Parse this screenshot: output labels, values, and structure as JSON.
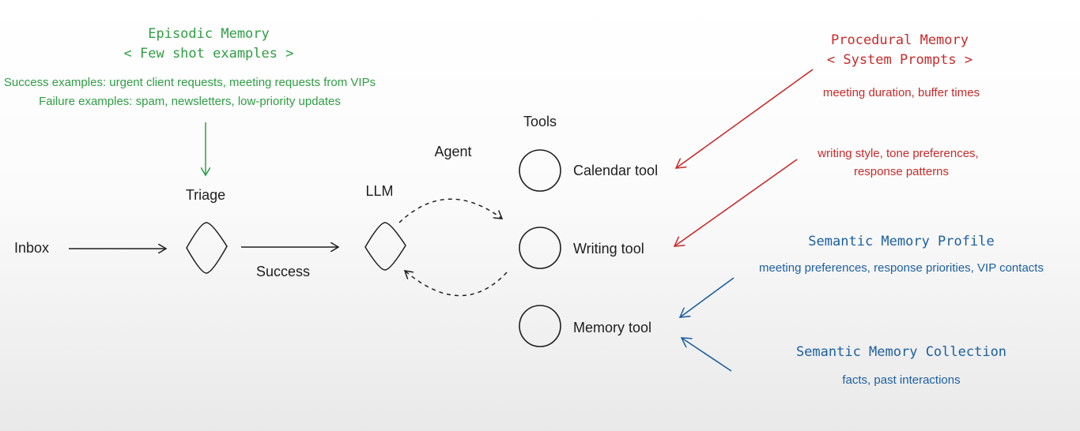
{
  "colors": {
    "episodic": "#2f9e44",
    "procedural": "#c92a2a",
    "semantic": "#1c5f9e",
    "stroke": "#1e1e1e"
  },
  "episodic": {
    "title": "Episodic Memory",
    "subtitle": "< Few shot examples >",
    "success": "Success examples: urgent client requests, meeting requests from VIPs",
    "failure": "Failure examples: spam, newsletters, low-priority updates"
  },
  "flow": {
    "inbox": "Inbox",
    "triage": "Triage",
    "success": "Success",
    "llm": "LLM",
    "agent": "Agent",
    "tools_title": "Tools",
    "tools": [
      {
        "label": "Calendar tool"
      },
      {
        "label": "Writing tool"
      },
      {
        "label": "Memory tool"
      }
    ]
  },
  "procedural": {
    "title": "Procedural Memory",
    "subtitle": "< System Prompts >",
    "calendar_note": "meeting duration, buffer times",
    "writing_note_1": "writing style, tone preferences,",
    "writing_note_2": "response patterns"
  },
  "semantic": {
    "profile_title": "Semantic Memory Profile",
    "profile_note": "meeting preferences, response priorities, VIP contacts",
    "collection_title": "Semantic Memory Collection",
    "collection_note": "facts, past interactions"
  }
}
